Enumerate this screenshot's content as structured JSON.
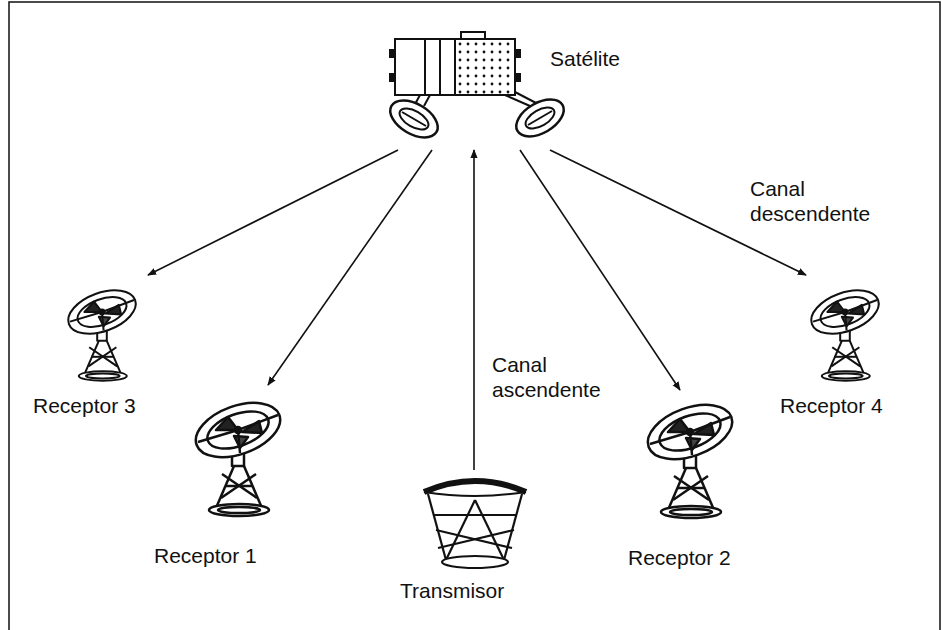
{
  "diagram": {
    "nodes": [
      {
        "text": [
          "Satélite"
        ]
      },
      {
        "text": [
          "Receptor 3"
        ]
      },
      {
        "text": [
          "Receptor 4"
        ]
      },
      {
        "text": [
          "Receptor 1"
        ]
      },
      {
        "text": [
          "Transmisor"
        ]
      },
      {
        "text": [
          "Receptor 2"
        ]
      }
    ],
    "edges": [
      {
        "from": 4,
        "to": 0,
        "arrow": "to",
        "label": "Canal ascendente"
      },
      {
        "from": 0,
        "to": 1,
        "arrow": "to"
      },
      {
        "from": 0,
        "to": 3,
        "arrow": "to"
      },
      {
        "from": 0,
        "to": 5,
        "arrow": "to"
      },
      {
        "from": 0,
        "to": 2,
        "arrow": "to",
        "label": "Canal descendente"
      }
    ]
  }
}
